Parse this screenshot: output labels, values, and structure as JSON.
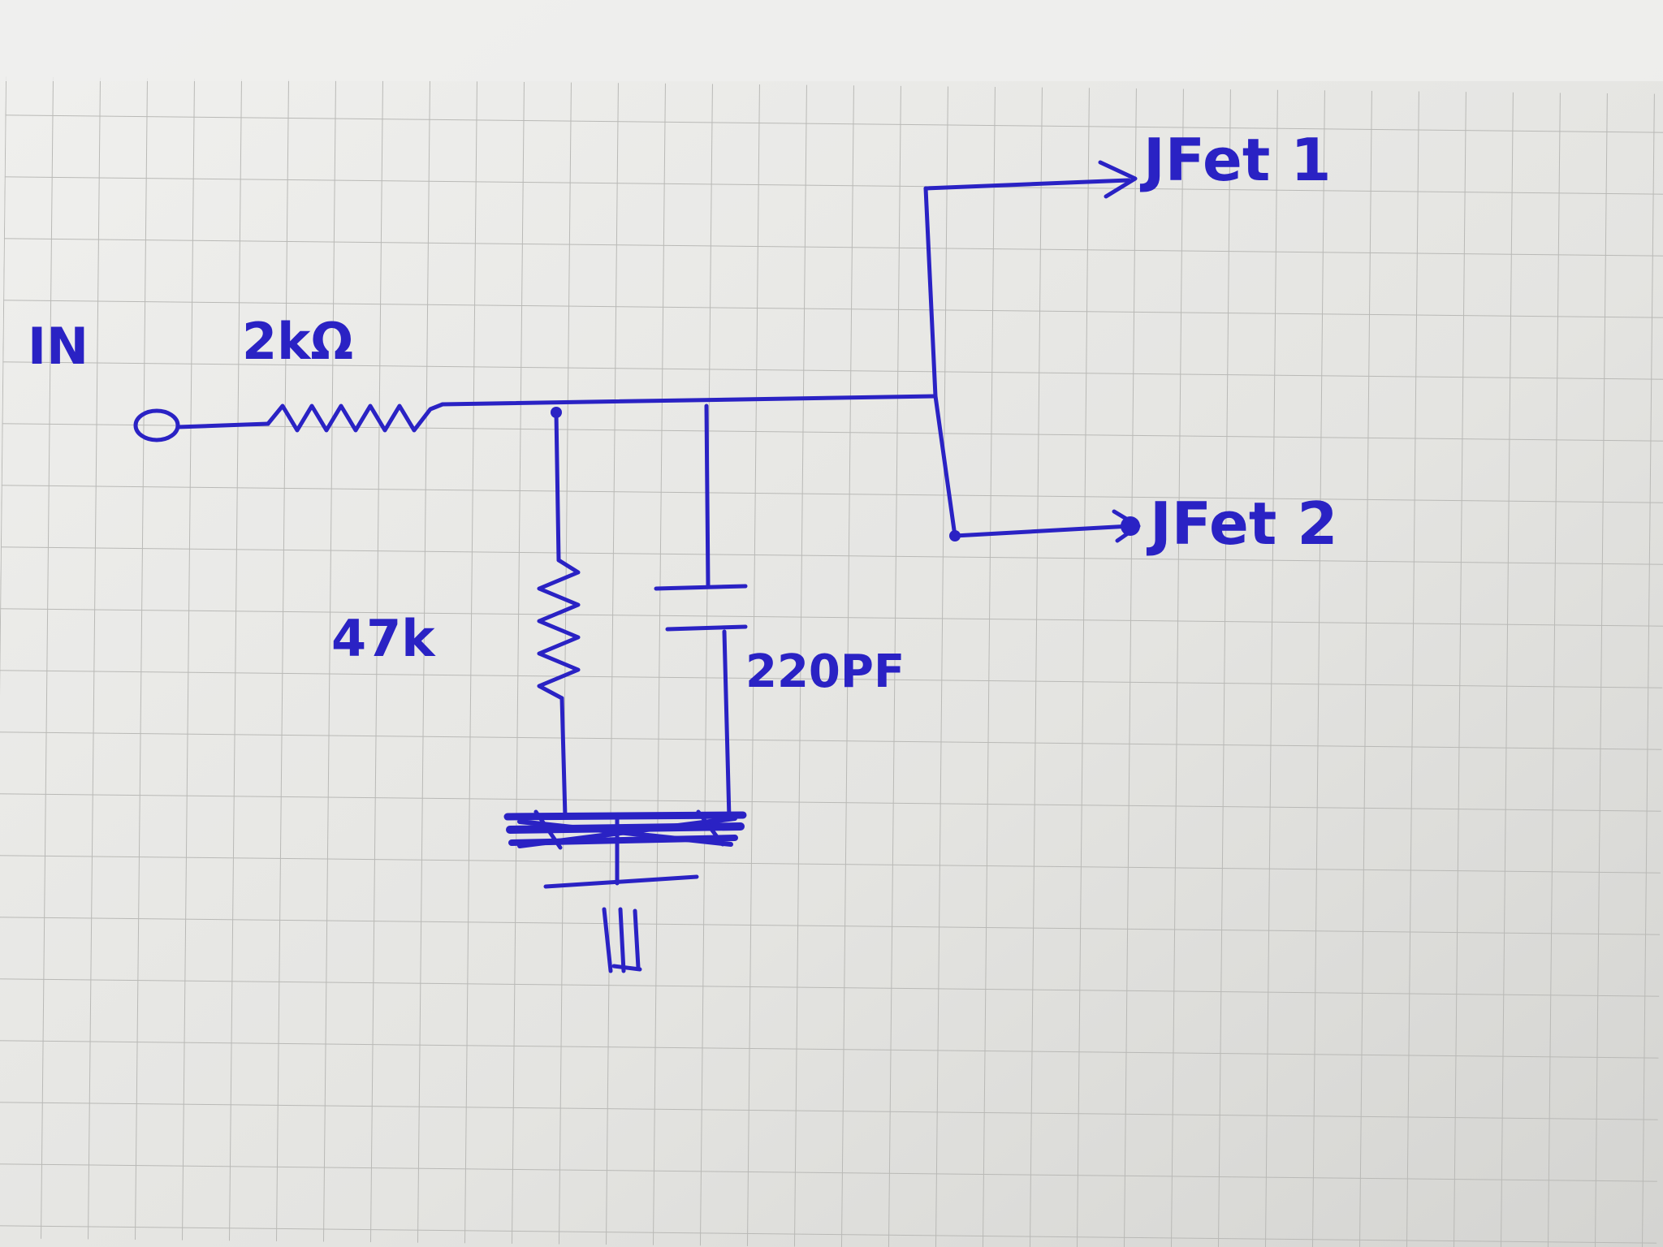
{
  "diagram": {
    "input_label": "IN",
    "series_resistor": "2kΩ",
    "shunt_resistor": "47k",
    "capacitor": "220PF",
    "output_1": "JFet 1",
    "output_2": "JFet 2"
  },
  "colors": {
    "ink": "#2a22c4",
    "paper": "#e6e6e3",
    "grid": "#b9b9b6"
  }
}
